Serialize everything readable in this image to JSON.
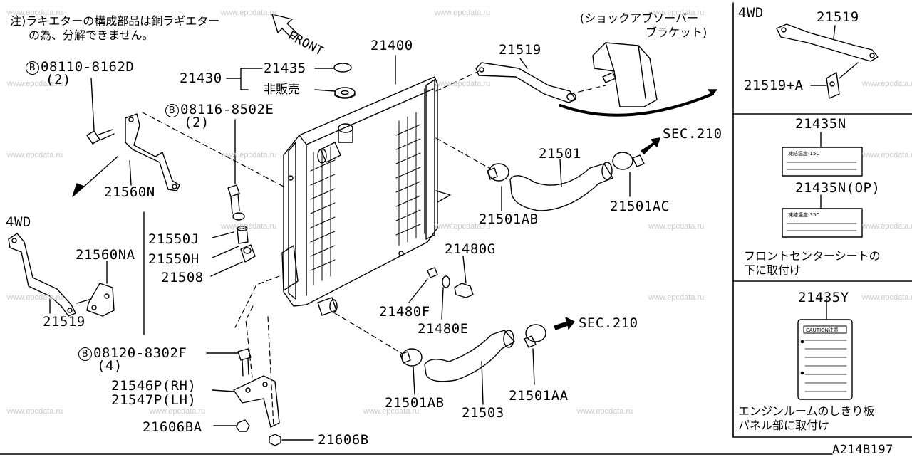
{
  "watermark": "www.epcdata.ru",
  "diagram_code": "A214B197",
  "note": {
    "line1": "注)ラキエターの構成部品は銅ラギエター",
    "line2": "の為、分解できません。"
  },
  "bracket_note": {
    "line1": "(ショックアブソーバー",
    "line2": "ブラケット)"
  },
  "front_label": "FRONT",
  "sec_upper": "SEC.210",
  "sec_lower": "SEC.210",
  "circle_b": "B",
  "bolts": {
    "b1_number": "08110-8162D",
    "b1_qty": "(2)",
    "b2_number": "08116-8502E",
    "b2_qty": "(2)",
    "b3_number": "08120-8302F",
    "b3_qty": "(4)"
  },
  "parts": {
    "p21400": "21400",
    "p21430": "21430",
    "p21435": "21435",
    "not_sold": "非販売",
    "p21519_top": "21519",
    "p21501": "21501",
    "p21501ab_top": "21501AB",
    "p21501ac": "21501AC",
    "p21560n": "21560N",
    "p21550j": "21550J",
    "p21550h": "21550H",
    "p21508": "21508",
    "p21480g": "21480G",
    "p21480f": "21480F",
    "p21480e": "21480E",
    "p21560na": "21560NA",
    "p21519_left": "21519",
    "p21546p": "21546P(RH)",
    "p21547p": "21547P(LH)",
    "p21606ba": "21606BA",
    "p21606b": "21606B",
    "p21501ab_bottom": "21501AB",
    "p21503": "21503",
    "p21501aa": "21501AA"
  },
  "four_wd": "4WD",
  "four_wd_left": "4WD",
  "side_panel": {
    "p21519": "21519",
    "p21519a": "21519+A",
    "p21435n": "21435N",
    "tag1_text": "凍結温度-15C",
    "p21435n_op": "21435N(OP)",
    "tag2_text": "凍結温度-35C",
    "note_front_line1": "フロントセンターシートの",
    "note_front_line2": "下に取付け",
    "p21435y": "21435Y",
    "caution": "CAUTION注意",
    "note_engine_line1": "エンジンルームのしきり板",
    "note_engine_line2": "パネル部に取付け"
  }
}
